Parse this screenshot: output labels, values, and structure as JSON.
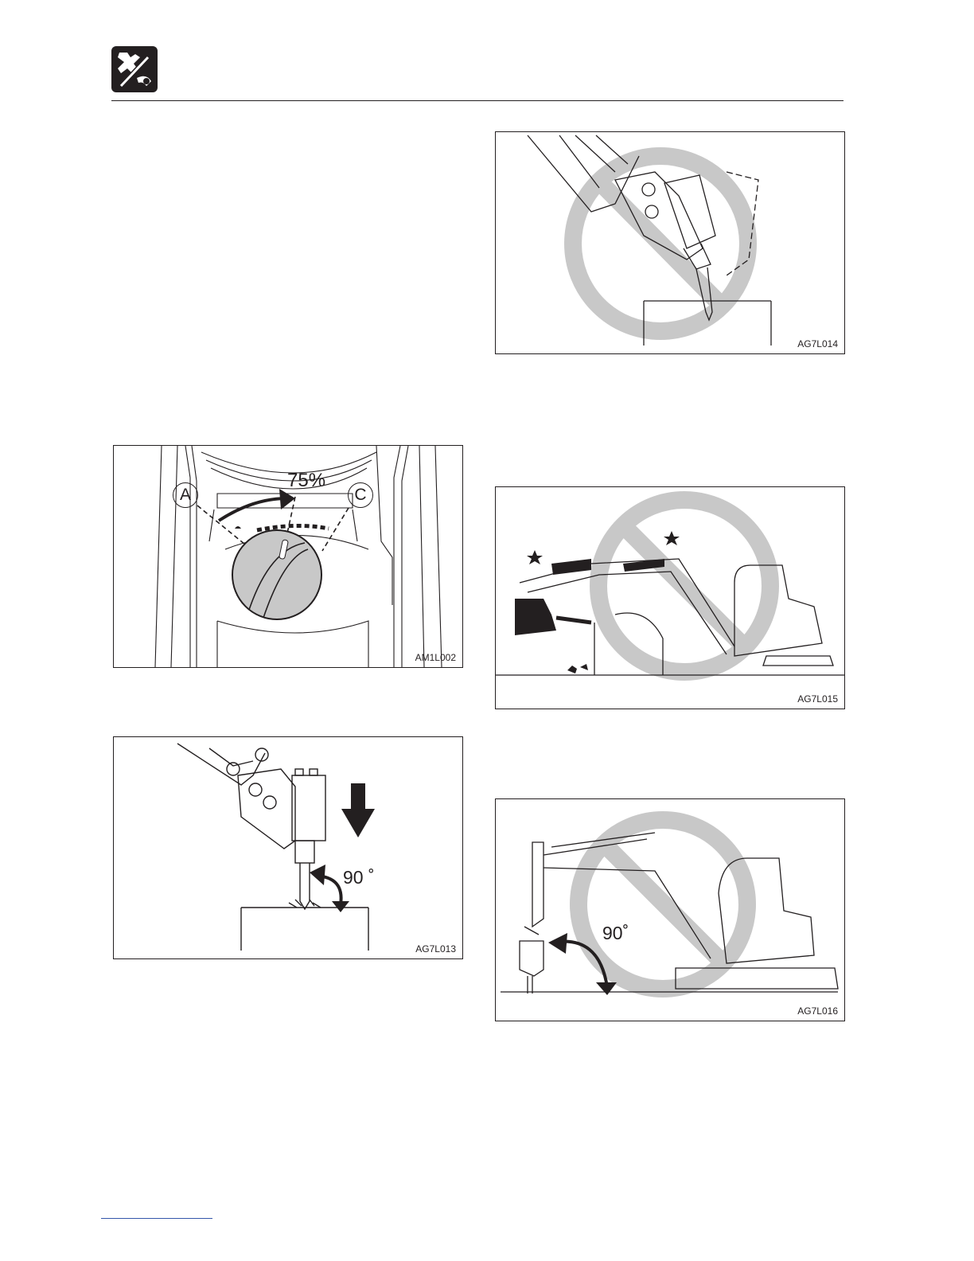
{
  "header": {
    "icon": "breaker-warning-icon"
  },
  "figures": {
    "dial": {
      "code": "AM1L002",
      "label_a": "A",
      "label_c": "C",
      "percent": "75%"
    },
    "correct": {
      "code": "AG7L013",
      "angle": "90 ˚"
    },
    "wrong_angle": {
      "code": "AG7L014"
    },
    "wrong_cylinder": {
      "code": "AG7L015"
    },
    "wrong_side": {
      "code": "AG7L016",
      "angle": "90˚"
    }
  }
}
